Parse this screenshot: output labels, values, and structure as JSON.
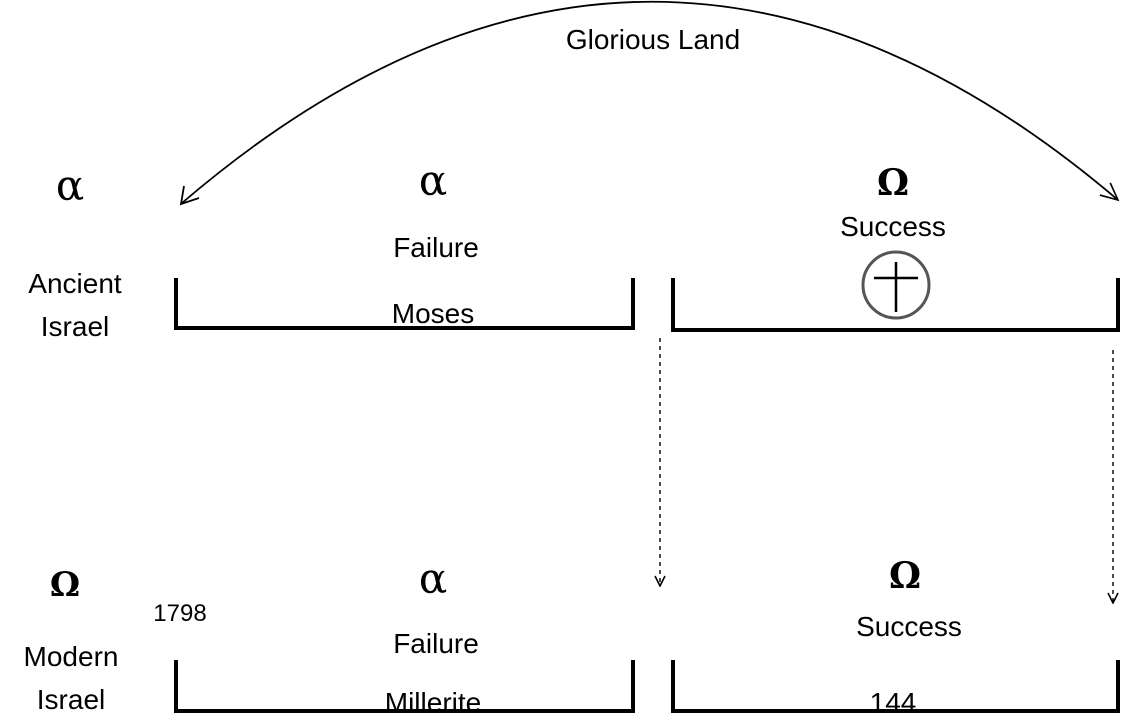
{
  "arc_label": "Glorious Land",
  "rows": {
    "ancient": {
      "name_line1": "Ancient",
      "name_line2": "Israel",
      "symbol_left": "α",
      "first_period": {
        "symbol": "α",
        "outcome": "Failure",
        "label": "Moses"
      },
      "second_period": {
        "symbol": "Ω",
        "outcome": "Success",
        "icon": "cross-in-circle-icon"
      }
    },
    "modern": {
      "name_line1": "Modern",
      "name_line2": "Israel",
      "symbol_left": "Ω",
      "year": "1798",
      "first_period": {
        "symbol": "α",
        "outcome": "Failure",
        "label": "Millerite"
      },
      "second_period": {
        "symbol": "Ω",
        "outcome": "Success",
        "label": "144"
      }
    }
  }
}
